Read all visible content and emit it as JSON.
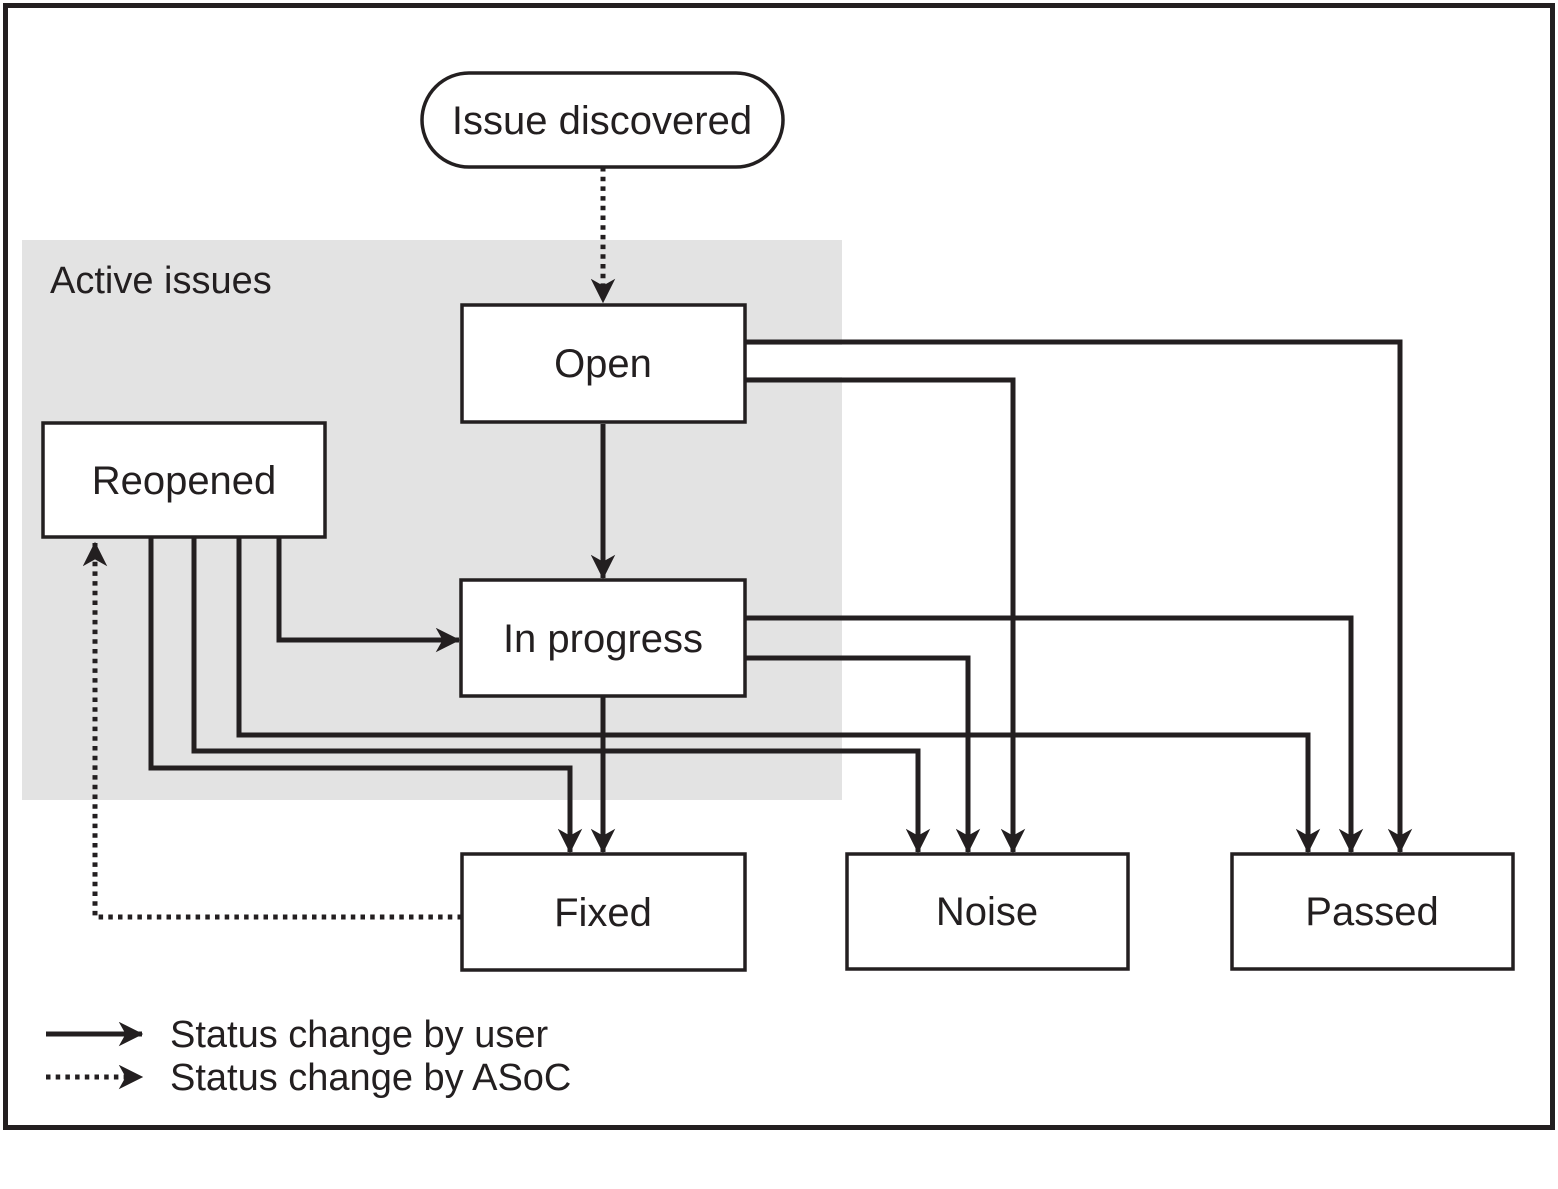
{
  "diagram": {
    "region_label": "Active issues",
    "nodes": {
      "issue_discovered": "Issue discovered",
      "open": "Open",
      "reopened": "Reopened",
      "in_progress": "In progress",
      "fixed": "Fixed",
      "noise": "Noise",
      "passed": "Passed"
    },
    "legend": {
      "solid_label": "Status change by user",
      "dotted_label": "Status change by ASoC"
    },
    "colors": {
      "line": "#231f20",
      "region_fill": "#e3e3e3",
      "node_fill": "#ffffff",
      "background": "#ffffff"
    },
    "edges": [
      {
        "from": "Issue discovered",
        "to": "Open",
        "by": "ASoC",
        "style": "dotted"
      },
      {
        "from": "Open",
        "to": "In progress",
        "by": "user",
        "style": "solid"
      },
      {
        "from": "Open",
        "to": "Noise",
        "by": "user",
        "style": "solid"
      },
      {
        "from": "Open",
        "to": "Passed",
        "by": "user",
        "style": "solid"
      },
      {
        "from": "Reopened",
        "to": "In progress",
        "by": "user",
        "style": "solid"
      },
      {
        "from": "Reopened",
        "to": "Fixed",
        "by": "user",
        "style": "solid"
      },
      {
        "from": "Reopened",
        "to": "Noise",
        "by": "user",
        "style": "solid"
      },
      {
        "from": "Reopened",
        "to": "Passed",
        "by": "user",
        "style": "solid"
      },
      {
        "from": "In progress",
        "to": "Fixed",
        "by": "user",
        "style": "solid"
      },
      {
        "from": "In progress",
        "to": "Noise",
        "by": "user",
        "style": "solid"
      },
      {
        "from": "In progress",
        "to": "Passed",
        "by": "user",
        "style": "solid"
      },
      {
        "from": "Fixed",
        "to": "Reopened",
        "by": "ASoC",
        "style": "dotted"
      }
    ]
  }
}
